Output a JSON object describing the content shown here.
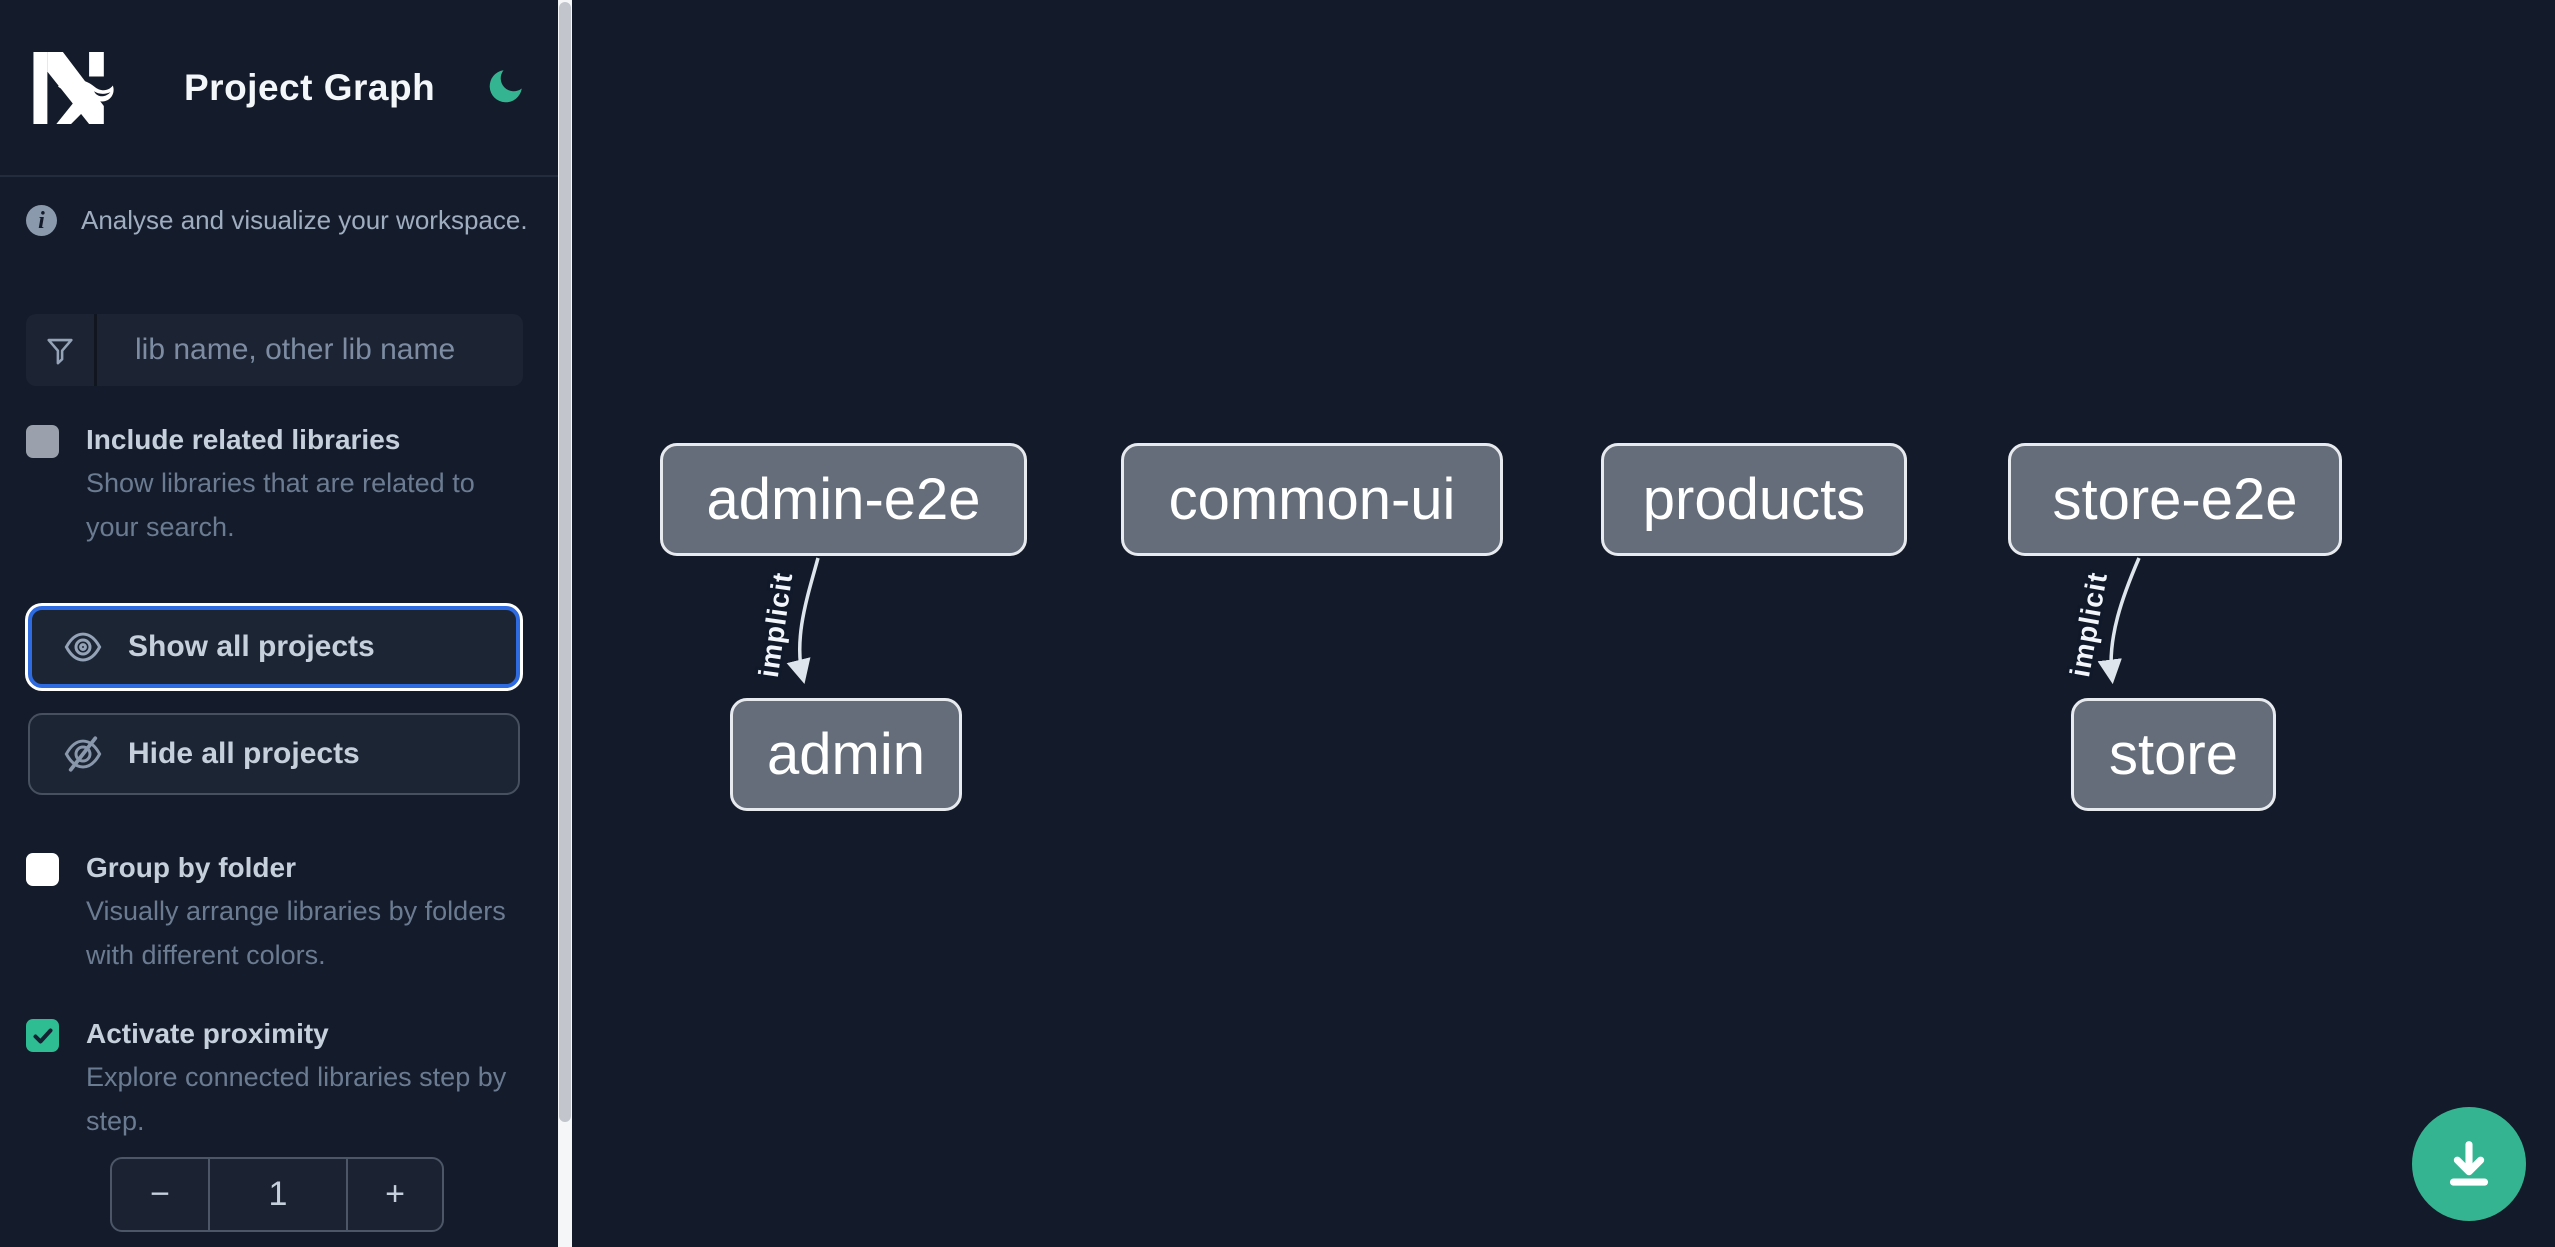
{
  "header": {
    "title": "Project Graph"
  },
  "sidebar": {
    "info_text": "Analyse and visualize your workspace.",
    "search": {
      "placeholder": "lib name, other lib name"
    },
    "include_related": {
      "label": "Include related libraries",
      "description": "Show libraries that are related to your search.",
      "checked": false
    },
    "show_all": {
      "label": "Show all projects",
      "focused": true
    },
    "hide_all": {
      "label": "Hide all projects"
    },
    "group_by_folder": {
      "label": "Group by folder",
      "description": "Visually arrange libraries by folders with different colors.",
      "checked": false
    },
    "proximity": {
      "label": "Activate proximity",
      "description": "Explore connected libraries step by step.",
      "checked": true
    },
    "stepper": {
      "decrement": "−",
      "value": "1",
      "increment": "+"
    }
  },
  "graph": {
    "nodes": [
      {
        "id": "admin-e2e",
        "label": "admin-e2e"
      },
      {
        "id": "common-ui",
        "label": "common-ui"
      },
      {
        "id": "products",
        "label": "products"
      },
      {
        "id": "store-e2e",
        "label": "store-e2e"
      },
      {
        "id": "admin",
        "label": "admin"
      },
      {
        "id": "store",
        "label": "store"
      }
    ],
    "edges": [
      {
        "from": "admin-e2e",
        "to": "admin",
        "label": "implicit"
      },
      {
        "from": "store-e2e",
        "to": "store",
        "label": "implicit"
      }
    ]
  },
  "colors": {
    "accent_green": "#35b491",
    "checkbox_green": "#2ebd92",
    "focus_blue": "#2e6be0",
    "node_fill": "#656d7a",
    "background": "#141b2a"
  }
}
